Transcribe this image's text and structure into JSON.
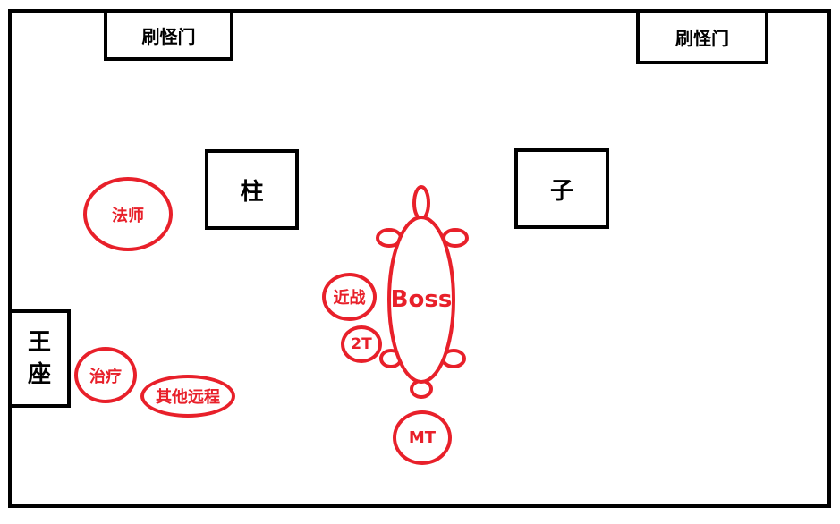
{
  "room": {
    "border_color": "#000000"
  },
  "doors": {
    "left_label": "刷怪门",
    "right_label": "刷怪门"
  },
  "pillars": {
    "left_label": "柱",
    "right_label": "子"
  },
  "throne": {
    "line1": "王",
    "line2": "座"
  },
  "positions": {
    "mage": "法师",
    "healer": "治疗",
    "other_ranged": "其他远程",
    "melee": "近战",
    "off_tank": "2T",
    "boss": "Boss",
    "main_tank": "MT"
  },
  "colors": {
    "marker": "#e8202a",
    "structure": "#000000"
  }
}
